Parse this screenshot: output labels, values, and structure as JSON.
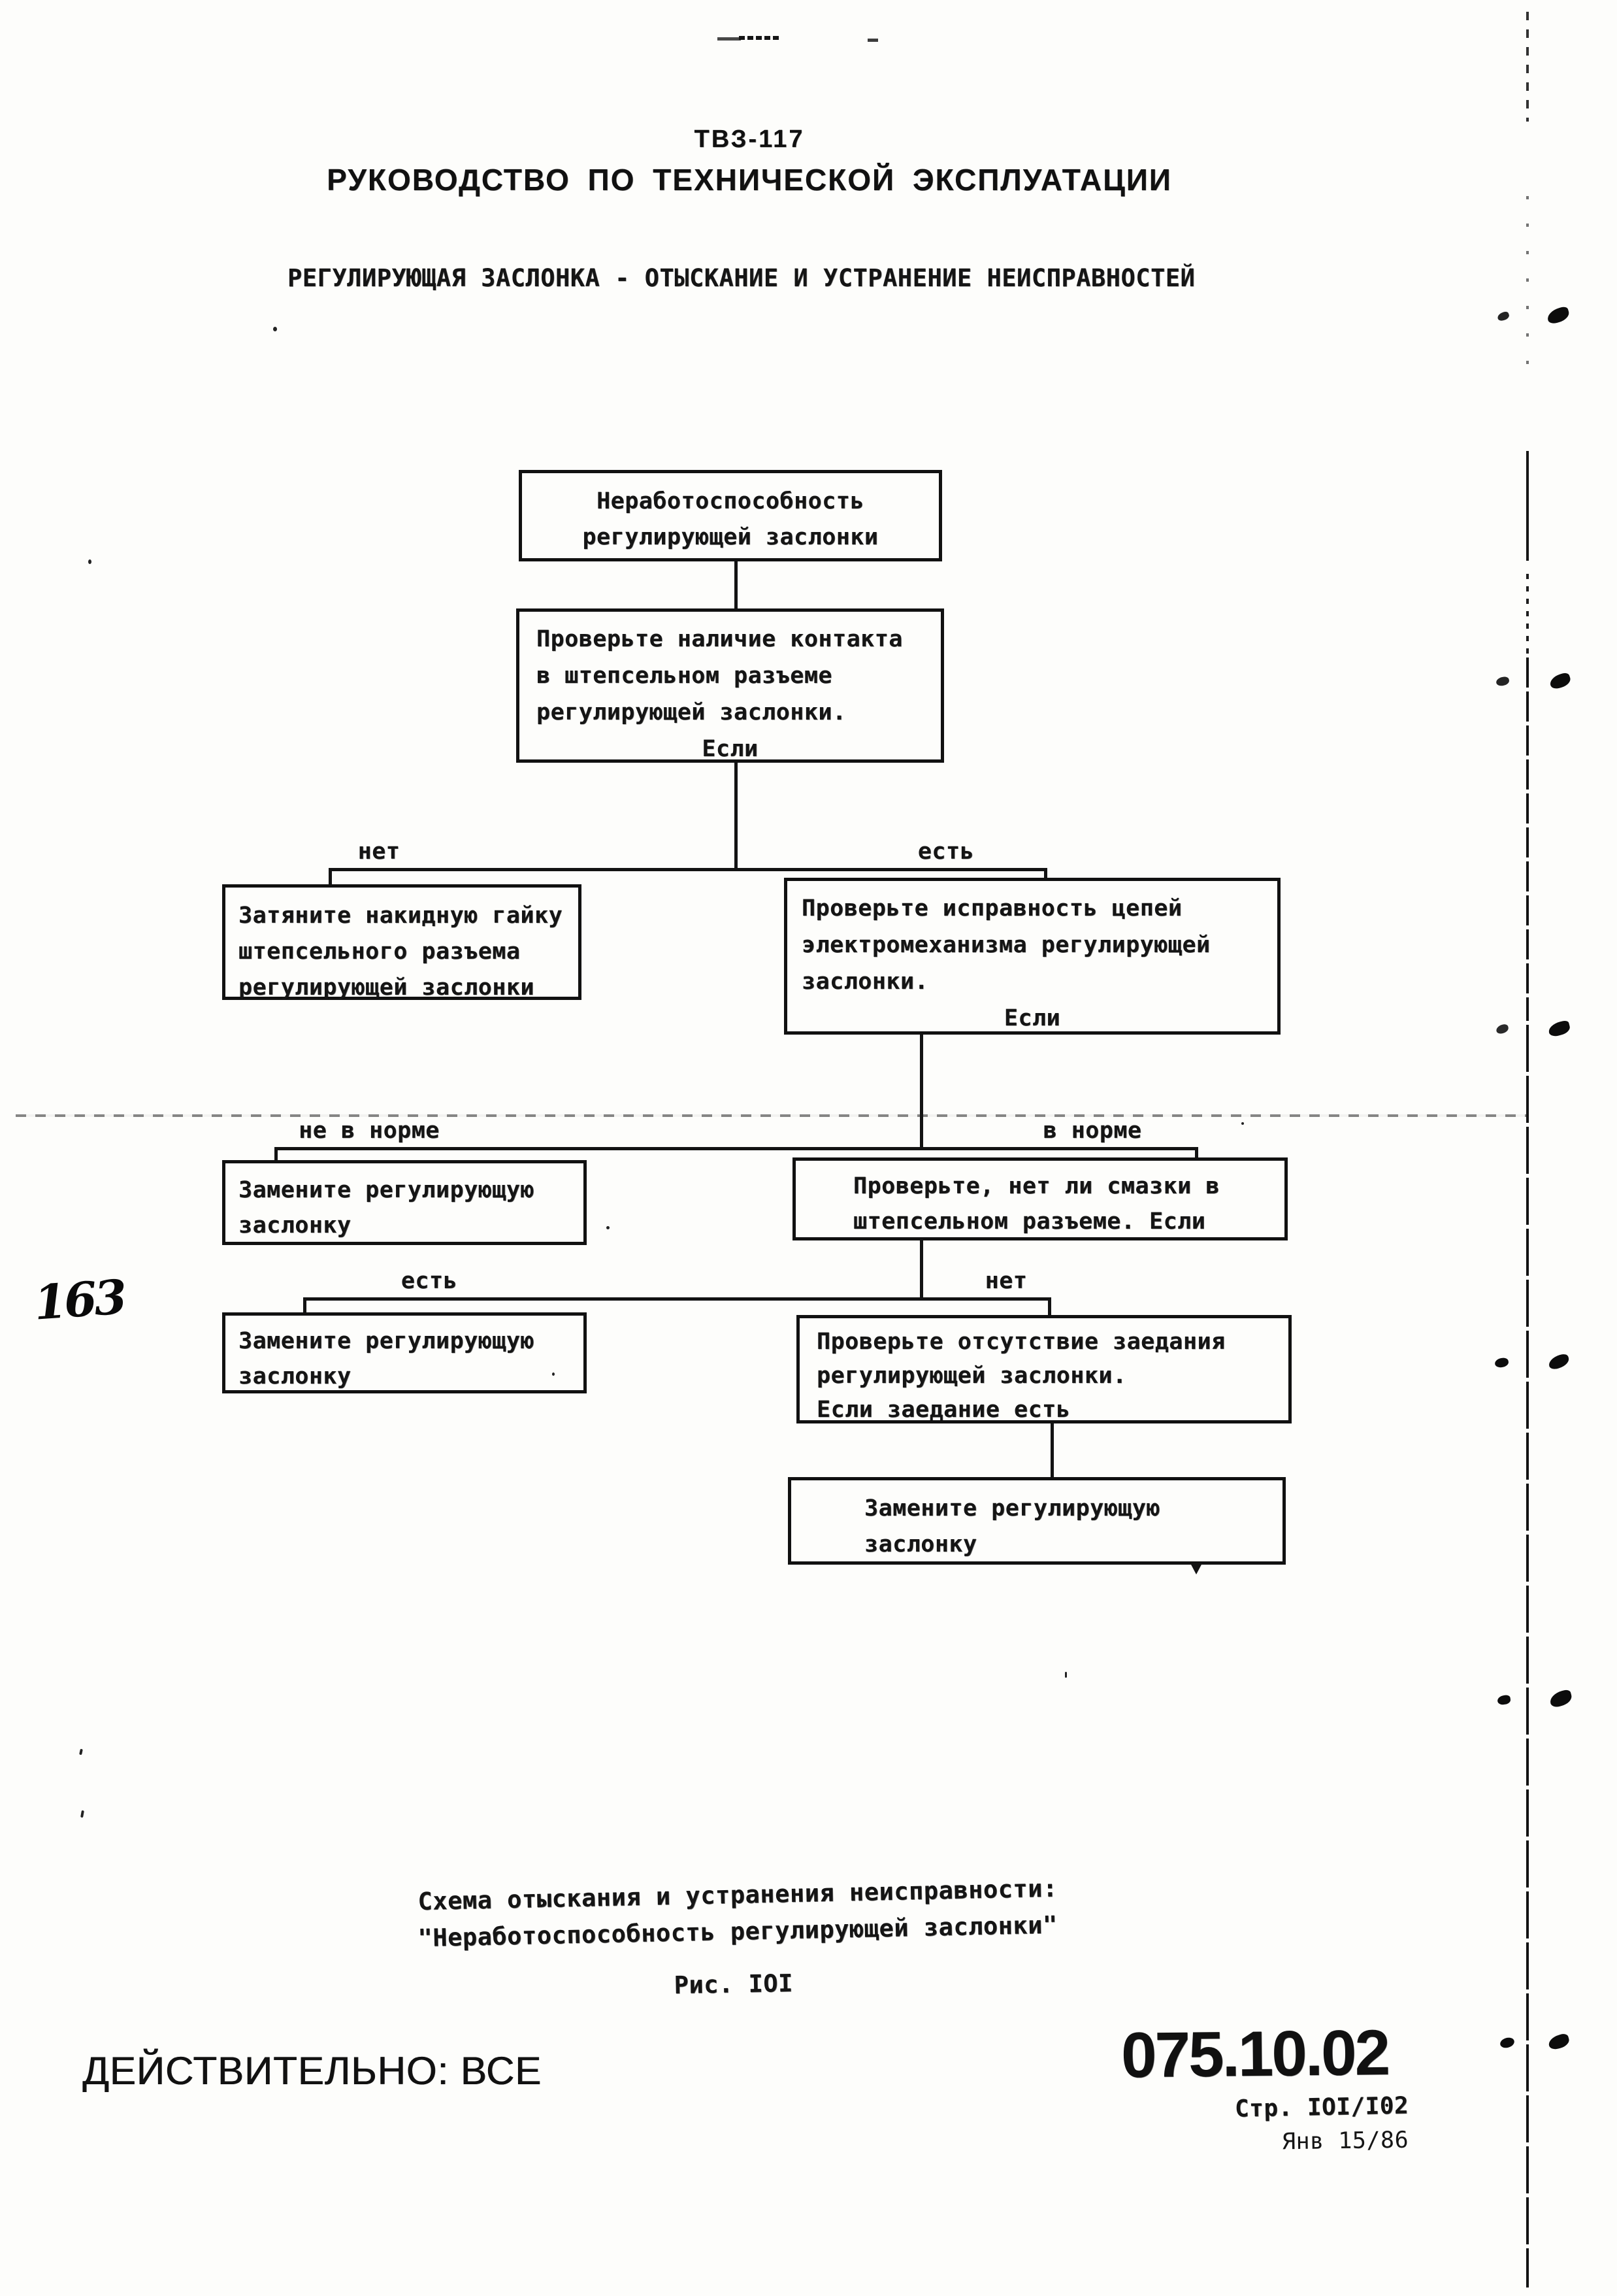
{
  "header": {
    "doc_code": "ТВЗ-117",
    "manual_title": "РУКОВОДСТВО  ПО  ТЕХНИЧЕСКОЙ  ЭКСПЛУАТАЦИИ",
    "section_title": "РЕГУЛИРУЮЩАЯ ЗАСЛОНКА - ОТЫСКАНИЕ И УСТРАНЕНИЕ НЕИСПРАВНОСТЕЙ"
  },
  "flowchart": {
    "root": {
      "line1": "Неработоспособность",
      "line2": "регулирующей заслонки"
    },
    "check_contact": {
      "line1": "Проверьте наличие контакта",
      "line2": "в штепсельном разъеме",
      "line3": "регулирующей заслонки.",
      "line4": "Если"
    },
    "branch1": {
      "left_label": "нет",
      "right_label": "есть"
    },
    "tighten_nut": {
      "line1": "Затяните накидную гайку",
      "line2": "штепсельного разъема",
      "line3": "регулирующей заслонки"
    },
    "check_circuits": {
      "line1": "Проверьте исправность цепей",
      "line2": "электромеханизма регулирующей",
      "line3": "заслонки.",
      "line4": "Если"
    },
    "branch2": {
      "left_label": "не в норме",
      "right_label": "в норме"
    },
    "replace_damper_1": {
      "line1": "Замените регулирующую",
      "line2": "заслонку"
    },
    "check_grease": {
      "line1": "Проверьте, нет ли смазки в",
      "line2": "штепсельном разъеме. Если"
    },
    "branch3": {
      "left_label": "есть",
      "right_label": "нет"
    },
    "replace_damper_2": {
      "line1": "Замените регулирующую",
      "line2": "заслонку"
    },
    "check_jamming": {
      "line1": "Проверьте отсутствие заедания",
      "line2": "регулирующей заслонки.",
      "line3": "Если заедание есть"
    },
    "replace_damper_3": {
      "line1": "Замените регулирующую",
      "line2": "заслонку"
    }
  },
  "caption": {
    "line1": "Схема отыскания и устранения неисправности:",
    "line2": "\"Неработоспособность регулирующей заслонки\"",
    "figure_label": "Рис. IOI"
  },
  "footer": {
    "validity": "ДЕЙСТВИТЕЛЬНО:  ВСЕ",
    "chapter_code": "075.10.02",
    "page_label": "Стр. IOI/I02",
    "date_label": "Янв 15/86"
  },
  "annotations": {
    "handwritten_number": "163"
  },
  "colors": {
    "paper": "#fdfdfb",
    "ink": "#141414"
  }
}
